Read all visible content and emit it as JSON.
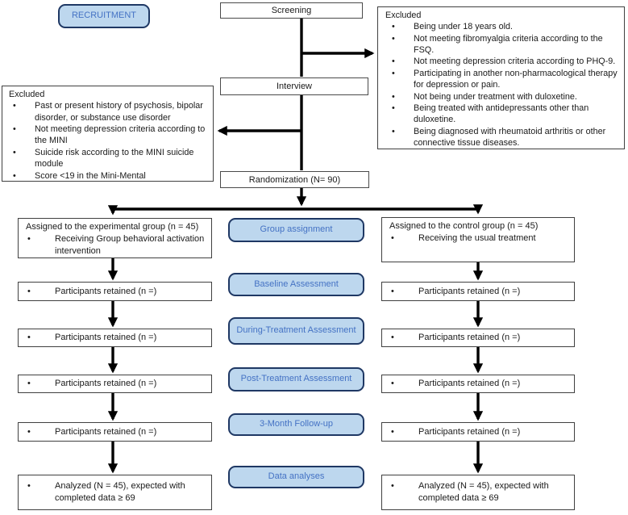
{
  "diagram": {
    "recruitment_label": "RECRUITMENT",
    "screening_label": "Screening",
    "interview_label": "Interview",
    "randomization_label": "Randomization (N= 90)",
    "excluded_screening": {
      "title": "Excluded",
      "items": [
        "Being under 18 years old.",
        "Not meeting fibromyalgia criteria according to the FSQ.",
        "Not meeting depression criteria according to PHQ-9.",
        "Participating in another non-pharmacological therapy for depression or pain.",
        "Not being under treatment with duloxetine.",
        "Being treated with antidepressants other than duloxetine.",
        "Being diagnosed with rheumatoid arthritis or other connective tissue diseases."
      ]
    },
    "excluded_interview": {
      "title": "Excluded",
      "items": [
        "Past or present history of psychosis, bipolar disorder, or substance use disorder",
        "Not meeting depression criteria according to the MINI",
        "Suicide risk according to the MINI suicide module",
        "Score <19 in the Mini-Mental"
      ]
    },
    "experimental_group": {
      "title": "Assigned to the experimental group (n = 45)",
      "items": [
        "Receiving Group behavioral activation intervention"
      ]
    },
    "control_group": {
      "title": "Assigned to the control group (n = 45)",
      "items": [
        "Receiving the usual treatment"
      ]
    },
    "stages": [
      "Group assignment",
      "Baseline Assessment",
      "During-Treatment Assessment",
      "Post-Treatment Assessment",
      "3-Month Follow-up",
      "Data analyses"
    ],
    "retained_label": "Participants retained (n =)",
    "analyzed_label": "Analyzed (N = 45), expected with completed data ≥ 69",
    "colors": {
      "stage_fill": "#BDD7EE",
      "stage_text": "#4472C4",
      "stage_border": "#1F3864",
      "box_border": "#404040",
      "arrow": "#000000"
    }
  }
}
